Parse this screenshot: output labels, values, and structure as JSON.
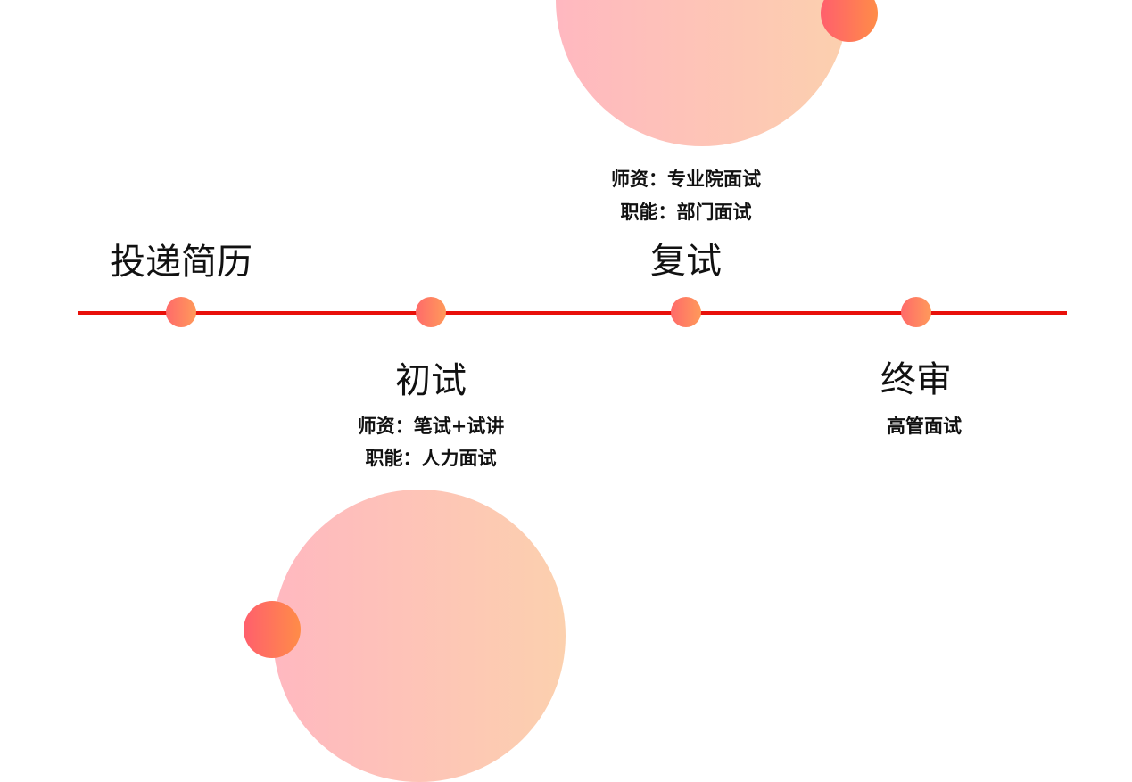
{
  "colors": {
    "line": "#e8100a",
    "dot_gradient": [
      "#ff6a6a",
      "#ff9a5a"
    ],
    "big_circle_gradient": [
      "#ffb8c0",
      "#fcd0ae"
    ],
    "small_circle_gradient": [
      "#ff5f6d",
      "#ff8c48"
    ]
  },
  "timeline": {
    "steps": [
      {
        "title": "投递简历",
        "lines": []
      },
      {
        "title": "初试",
        "lines": [
          "师资：笔试+试讲",
          "职能：人力面试"
        ]
      },
      {
        "title": "复试",
        "lines": [
          "师资：专业院面试",
          "职能：部门面试"
        ]
      },
      {
        "title": "终审",
        "lines": [
          "高管面试"
        ]
      }
    ]
  }
}
